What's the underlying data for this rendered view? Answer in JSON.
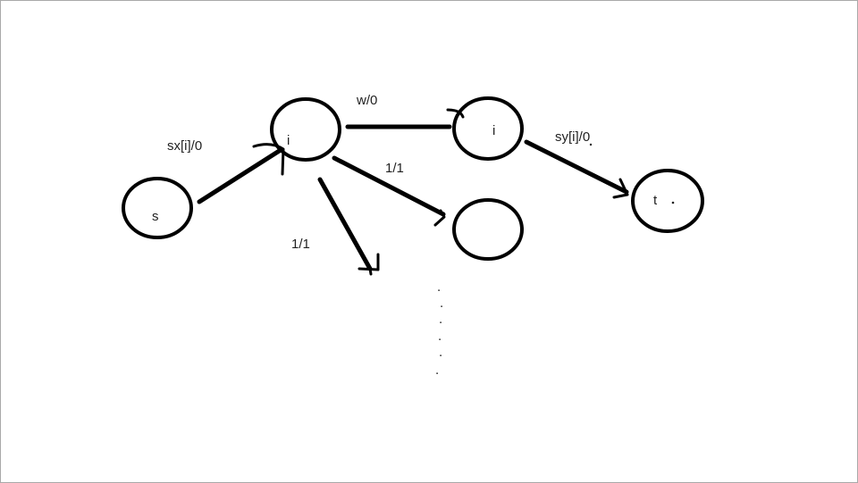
{
  "nodes": {
    "s": "s",
    "i_left": "i",
    "i_right": "i",
    "t": "t"
  },
  "edges": {
    "s_to_i": "sx[i]/0",
    "i_to_i": "w/0",
    "i_to_down": "1/1",
    "i_to_empty": "1/1",
    "i_to_t": "sy[i]/0"
  },
  "ellipsis": "."
}
